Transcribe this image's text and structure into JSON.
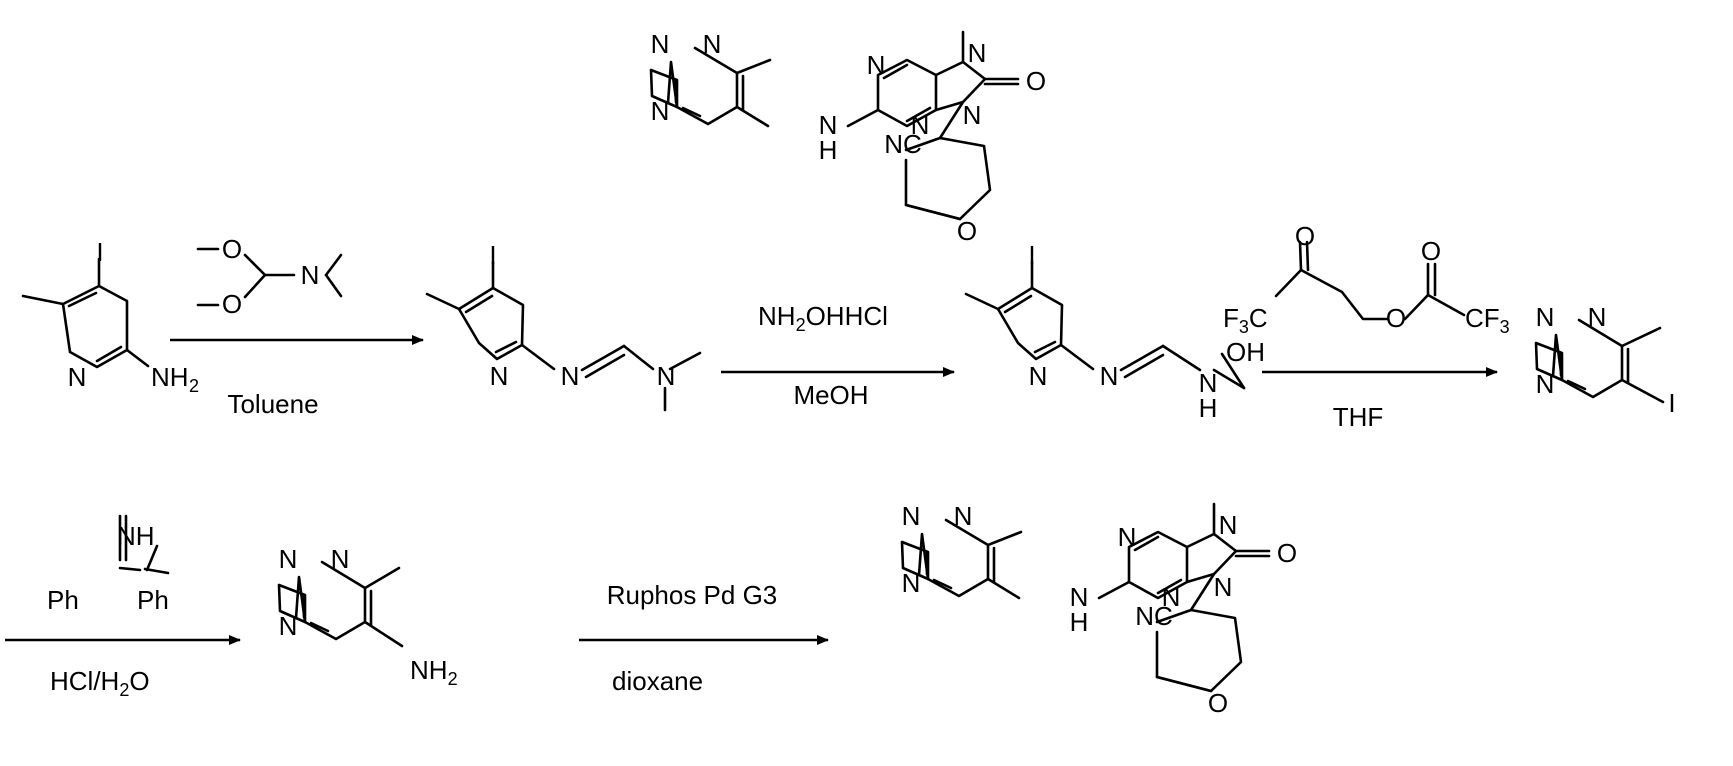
{
  "scheme": {
    "atoms": {
      "N": "N",
      "NH": "N",
      "H": "H",
      "O": "O",
      "I": "I",
      "NC": "NC",
      "NH2_main": "NH",
      "NH2_sub": "2",
      "OH": "OH",
      "F3C_main": "F",
      "F3C_sub": "3",
      "F3C_tail": "C",
      "CF3_main": "CF",
      "CF3_sub": "3",
      "Ph": "Ph",
      "imine_NH": "NH"
    },
    "step1": {
      "solvent": "Toluene"
    },
    "step2": {
      "reagent_main": "NH",
      "reagent_sub": "2",
      "reagent_tail": "OHHCl",
      "solvent": "MeOH"
    },
    "step3": {
      "solvent": "THF"
    },
    "step4": {
      "acid_a": "HCl/H",
      "acid_sub": "2",
      "acid_b": "O"
    },
    "step5": {
      "catalyst": "Ruphos Pd G3",
      "solvent": "dioxane"
    }
  }
}
